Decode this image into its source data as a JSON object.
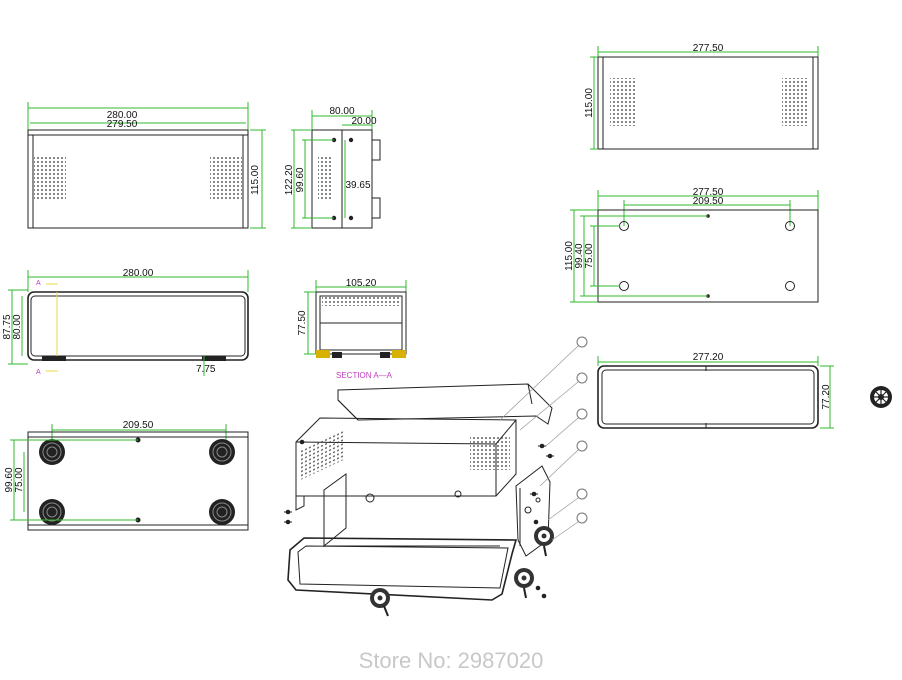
{
  "front_view": {
    "dim_width_outer": "280.00",
    "dim_width_inner": "279.50",
    "dim_height": "115.00"
  },
  "side_view": {
    "dim_width": "80.00",
    "dim_offset": "20.00",
    "dim_height_a": "122.20",
    "dim_height_b": "99.60",
    "dim_center": "39.65"
  },
  "top_view": {
    "dim_width": "280.00",
    "dim_height_a": "87.75",
    "dim_height_b": "80.00",
    "dim_foot": "7.75",
    "section_mark": "A"
  },
  "section_view": {
    "dim_width": "105.20",
    "dim_height": "77.50",
    "label": "SECTION A—A"
  },
  "bottom_view": {
    "dim_hole_spacing": "209.50",
    "dim_height_a": "99.60",
    "dim_height_b": "75.00"
  },
  "right_top": {
    "dim_width": "277.50",
    "dim_height": "115.00"
  },
  "right_mid": {
    "dim_width": "277.50",
    "dim_hole_spacing": "209.50",
    "dim_height_a": "115.00",
    "dim_height_b": "99.40",
    "dim_height_c": "75.00"
  },
  "right_bottom": {
    "dim_width": "277.20",
    "dim_height": "77.20"
  },
  "watermark": "Store No: 2987020"
}
